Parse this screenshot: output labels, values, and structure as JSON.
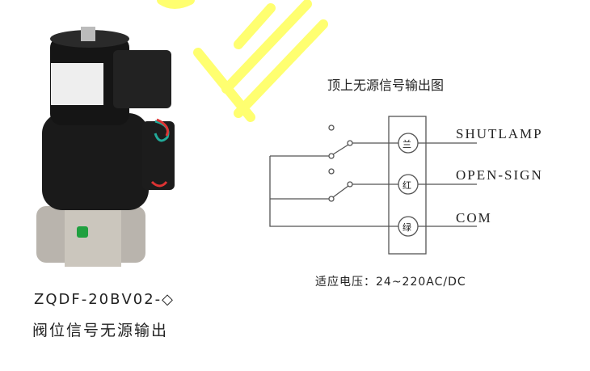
{
  "diagram": {
    "title": "顶上无源信号输出图",
    "terminals": [
      {
        "glyph": "兰",
        "label": "SHUTLAMP"
      },
      {
        "glyph": "红",
        "label": "OPEN-SIGN"
      },
      {
        "glyph": "绿",
        "label": "COM"
      }
    ],
    "voltage": "适应电压：24~220AC/DC"
  },
  "product": {
    "model": "ZQDF-20BⅤ02-◇",
    "description": "阀位信号无源输出"
  },
  "colors": {
    "watermark": "#ffff66",
    "line": "#555555"
  }
}
